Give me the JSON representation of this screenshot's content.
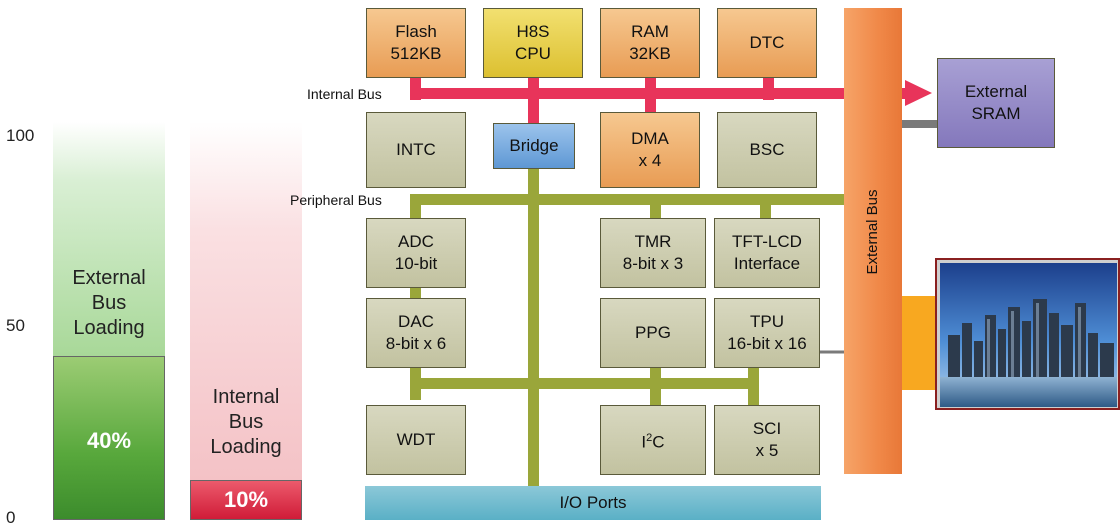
{
  "axis": {
    "top": "100",
    "middle": "50",
    "bottom": "0"
  },
  "external_loading": {
    "label_line1": "External",
    "label_line2": "Bus",
    "label_line3": "Loading",
    "percent_text": "40%",
    "percent_value": 40
  },
  "internal_loading": {
    "label_line1": "Internal",
    "label_line2": "Bus",
    "label_line3": "Loading",
    "percent_text": "10%",
    "percent_value": 10
  },
  "buses": {
    "internal": "Internal Bus",
    "peripheral": "Peripheral Bus",
    "external": "External Bus",
    "io_ports": "I/O Ports"
  },
  "blocks": {
    "flash": [
      "Flash",
      "512KB"
    ],
    "cpu": [
      "H8S",
      "CPU"
    ],
    "ram": [
      "RAM",
      "32KB"
    ],
    "dtc": [
      "DTC"
    ],
    "external_sram": [
      "External",
      "SRAM"
    ],
    "intc": [
      "INTC"
    ],
    "bridge": [
      "Bridge"
    ],
    "dma": [
      "DMA",
      "x 4"
    ],
    "bsc": [
      "BSC"
    ],
    "adc": [
      "ADC",
      "10-bit"
    ],
    "tmr": [
      "TMR",
      "8-bit x 3"
    ],
    "tft_lcd": [
      "TFT-LCD",
      "Interface"
    ],
    "dac": [
      "DAC",
      "8-bit x 6"
    ],
    "ppg": [
      "PPG"
    ],
    "tpu": [
      "TPU",
      "16-bit x 16"
    ],
    "wdt": [
      "WDT"
    ],
    "i2c": [
      "I",
      "2",
      "C"
    ],
    "sci": [
      "SCI",
      "x 5"
    ]
  },
  "colors": {
    "internal_bus": "#e8345a",
    "peripheral_bus": "#9aa63a",
    "external_bus": "#f28a48",
    "io_ports": "#6ab8cc",
    "external_bar": "#4ea03c",
    "internal_bar": "#d8283c"
  }
}
